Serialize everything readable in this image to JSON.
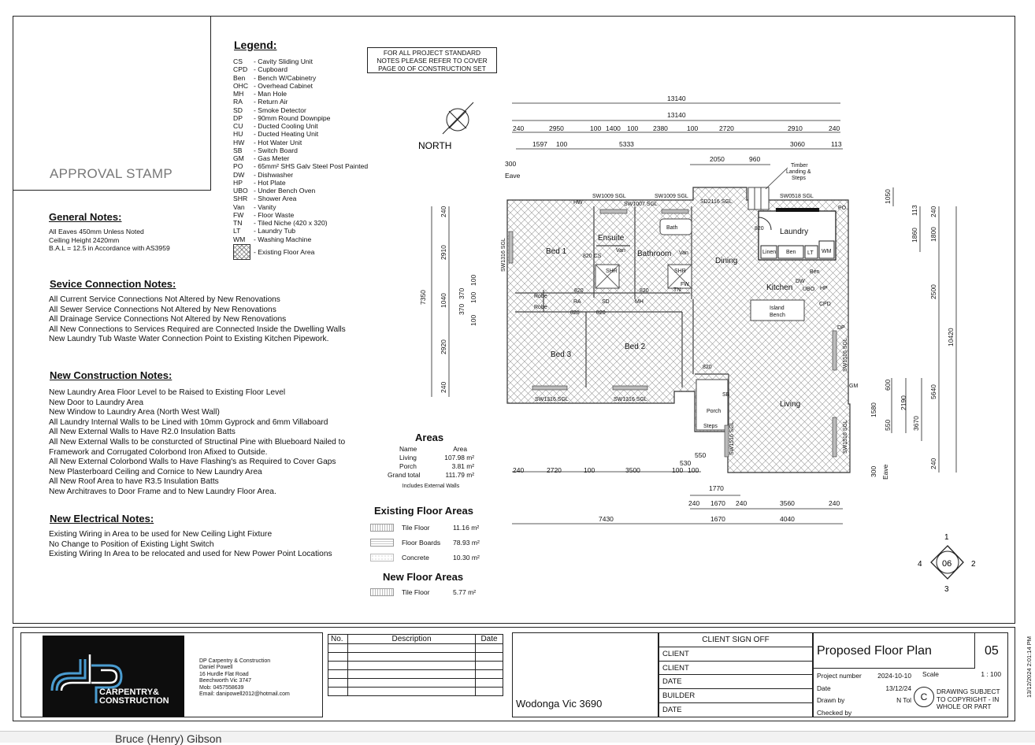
{
  "approval_stamp": "APPROVAL STAMP",
  "legend": {
    "title": "Legend:",
    "items": [
      {
        "code": "CS",
        "desc": "- Cavity Sliding Unit"
      },
      {
        "code": "CPD",
        "desc": "- Cupboard"
      },
      {
        "code": "Ben",
        "desc": "- Bench W/Cabinetry"
      },
      {
        "code": "OHC",
        "desc": "- Overhead Cabinet"
      },
      {
        "code": "MH",
        "desc": "- Man Hole"
      },
      {
        "code": "RA",
        "desc": "- Return Air"
      },
      {
        "code": "SD",
        "desc": "- Smoke Detector"
      },
      {
        "code": "DP",
        "desc": "- 90mm Round Downpipe"
      },
      {
        "code": "CU",
        "desc": "- Ducted Cooling Unit"
      },
      {
        "code": "HU",
        "desc": "- Ducted Heating Unit"
      },
      {
        "code": "HW",
        "desc": "- Hot Water Unit"
      },
      {
        "code": "SB",
        "desc": "- Switch Board"
      },
      {
        "code": "GM",
        "desc": "- Gas Meter"
      },
      {
        "code": "PO",
        "desc": "- 65mm² SHS Galv Steel Post Painted"
      },
      {
        "code": "DW",
        "desc": "- Dishwasher"
      },
      {
        "code": "HP",
        "desc": "- Hot Plate"
      },
      {
        "code": "UBO",
        "desc": "- Under Bench Oven"
      },
      {
        "code": "SHR",
        "desc": "- Shower Area"
      },
      {
        "code": "Van",
        "desc": "- Vanity"
      },
      {
        "code": "FW",
        "desc": "- Floor Waste"
      },
      {
        "code": "TN",
        "desc": "- Tiled Niche (420 x 320)"
      },
      {
        "code": "LT",
        "desc": "- Laundry Tub"
      },
      {
        "code": "WM",
        "desc": "- Washing Machine"
      }
    ],
    "existing_floor": "- Existing Floor Area"
  },
  "standard_note": [
    "FOR ALL PROJECT STANDARD",
    "NOTES PLEASE REFER TO COVER",
    "PAGE 00 OF CONSTRUCTION SET"
  ],
  "general_notes": {
    "title": "General Notes:",
    "lines": [
      "All Eaves 450mm Unless Noted",
      "Ceiling Height 2420mm",
      "B.A.L = 12.5 in Accordance with AS3959"
    ]
  },
  "service_notes": {
    "title": "Sevice Connection Notes:",
    "lines": [
      "All Current Service Connections Not Altered by New Renovations",
      "All Sewer Service Connections Not Altered by New Renovations",
      "All Drainage Service Connections Not Altered by New Renovations",
      "All New Connections to Services Required are Connected Inside the Dwelling Walls",
      "New Laundry Tub Waste Water Connection Point to Existing Kitchen Pipework."
    ]
  },
  "construction_notes": {
    "title": "New Construction Notes:",
    "lines": [
      "New Laundry Area Floor Level to be Raised to Existing Floor Level",
      "New Door to Laundry Area",
      "New Window to Laundry Area (North West Wall)",
      "All Laundry Internal Walls to be Lined with 10mm Gyprock and 6mm Villaboard",
      "All New External Walls to Have R2.0 Insulation Batts",
      "All New External Walls to be consturcted of Structinal Pine with Blueboard Nailed to",
      "Framework and Corrugated Colorbond Iron Afixed to Outside.",
      "All New External Colorbond Walls to Have Flashing's as Required to Cover Gaps",
      "New Plasterboard Ceiling and Cornice to New Laundry Area",
      "All New Roof Area to have R3.5 Insulation Batts",
      "New Architraves to Door Frame and to New Laundry Floor Area."
    ]
  },
  "electrical_notes": {
    "title": "New Electrical Notes:",
    "lines": [
      "Existing Wiring in Area to be used for New Ceiling Light Fixture",
      "No Change to Position of Existing Light Switch",
      "Existing Wiring In Area to be relocated and used for New Power Point Locations"
    ]
  },
  "areas": {
    "title": "Areas",
    "header": [
      "Name",
      "Area"
    ],
    "rows": [
      [
        "Living",
        "107.98 m²"
      ],
      [
        "Porch",
        "3.81 m²"
      ],
      [
        "Grand total",
        "111.79 m²"
      ]
    ],
    "note": "Includes External Walls"
  },
  "existing_floor_areas": {
    "title": "Existing Floor  Areas",
    "rows": [
      [
        "Tile Floor",
        "11.16 m²"
      ],
      [
        "Floor Boards",
        "78.93 m²"
      ],
      [
        "Concrete",
        "10.30 m²"
      ]
    ]
  },
  "new_floor_areas": {
    "title": "New Floor  Areas",
    "rows": [
      [
        "Tile Floor",
        "5.77 m²"
      ]
    ]
  },
  "plan": {
    "north": "NORTH",
    "rooms": {
      "bed1": "Bed 1",
      "ensuite": "Ensuite",
      "bathroom": "Bathroom",
      "dining": "Dining",
      "laundry": "Laundry",
      "kitchen": "Kitchen",
      "bed2": "Bed 2",
      "bed3": "Bed 3",
      "living": "Living",
      "porch": "Porch",
      "steps": "Steps",
      "robe1": "Robe",
      "robe2": "Robe",
      "bath": "Bath",
      "island": "Island",
      "bench": "Bench"
    },
    "windows": {
      "w1": "SW1009 SGL",
      "w2": "SW1007 SGL",
      "w3": "SW1009 SGL",
      "w4": "SD2116 SGL",
      "w5": "SW0518 SGL",
      "w6": "SW1316 SGL",
      "w7": "SW1316 SGL",
      "w8": "SW1316 SGL",
      "w9": "SW1516 SGL",
      "w10": "SW1516 SGL",
      "w11": "SW1516 SGL"
    },
    "timber": [
      "Timber",
      "Landing &",
      "Steps"
    ],
    "eave": [
      "300",
      "Eave"
    ],
    "codes": {
      "hw": "HW",
      "cs": "820 CS",
      "van1": "Van",
      "van2": "Van",
      "shr1": "SHR",
      "shr2": "SHR",
      "fw": "FW",
      "tn": "TN",
      "ra": "RA",
      "sd": "SD",
      "mh": "MH",
      "d820a": "820",
      "d820b": "820",
      "d820c": "820",
      "d820d": "820",
      "d820e": "820",
      "d820f": "820",
      "dw": "DW",
      "ubo": "UBO",
      "hp": "HP",
      "cpd": "CPD",
      "ben": "Ben",
      "linen": "Linen",
      "benl": "Ben",
      "lt": "LT",
      "wm": "WM",
      "sb": "SB",
      "gm": "GM",
      "dp": "DP",
      "po": "PO"
    },
    "dims_top": {
      "overall1": "13140",
      "overall2": "13140",
      "row2": [
        "240",
        "2950",
        "100",
        "1400",
        "100",
        "2380",
        "100",
        "2720",
        "2910",
        "240"
      ],
      "row3": [
        "1597",
        "100",
        "5333",
        "3060",
        "113"
      ],
      "row4": [
        "2050",
        "960"
      ]
    },
    "dims_left": [
      "7350",
      "240",
      "2910",
      "1040",
      "2920",
      "240",
      "370",
      "370",
      "100",
      "100",
      "100"
    ],
    "dims_right": [
      "1050",
      "113",
      "1860",
      "240",
      "1800",
      "2500",
      "10420",
      "5640",
      "600",
      "1580",
      "550",
      "2190",
      "3670",
      "240",
      "300",
      "Eave"
    ],
    "dims_bottom": {
      "row1": [
        "240",
        "2720",
        "100",
        "3500",
        "100",
        "100",
        "530",
        "550"
      ],
      "row2": [
        "1770"
      ],
      "row3": [
        "240",
        "1670",
        "240",
        "3560",
        "240"
      ],
      "row4": [
        "7430",
        "1670",
        "4040"
      ]
    }
  },
  "section_marker": {
    "center": "06",
    "n1": "1",
    "n2": "2",
    "n3": "3",
    "n4": "4"
  },
  "company": {
    "name": "DP Carpentry & Construction",
    "person": "Daniel Powell",
    "address1": "16 Hurdle Flat Road",
    "address2": "Beechworth Vic 3747",
    "mob": "Mob: 0457558639",
    "email": "Email: danipowell2012@hotmail.com",
    "logo_line1": "CARPENTRY&",
    "logo_line2": "CONSTRUCTION"
  },
  "revisions": {
    "headers": [
      "No.",
      "Description",
      "Date"
    ]
  },
  "location": "Wodonga Vic 3690",
  "client_sign": {
    "title": "CLIENT SIGN OFF",
    "rows": [
      "CLIENT",
      "CLIENT",
      "DATE",
      "BUILDER",
      "DATE"
    ]
  },
  "drawing": {
    "title": "Proposed Floor Plan",
    "number": "05",
    "project_label": "Project number",
    "project_value": "2024-10-10",
    "scale_label": "Scale",
    "scale_value": "1 : 100",
    "date_label": "Date",
    "date_value": "13/12/24",
    "drawn_label": "Drawn by",
    "drawn_value": "N Tol",
    "checked_label": "Checked by",
    "copyright": [
      "DRAWING SUBJECT",
      "TO COPYRIGHT - IN",
      "WHOLE OR PART"
    ],
    "copyright_symbol": "C",
    "timestamp": "13/12/2024 2:01:14 PM"
  },
  "bottom_fragment": "Bruce (Henry) Gibson"
}
